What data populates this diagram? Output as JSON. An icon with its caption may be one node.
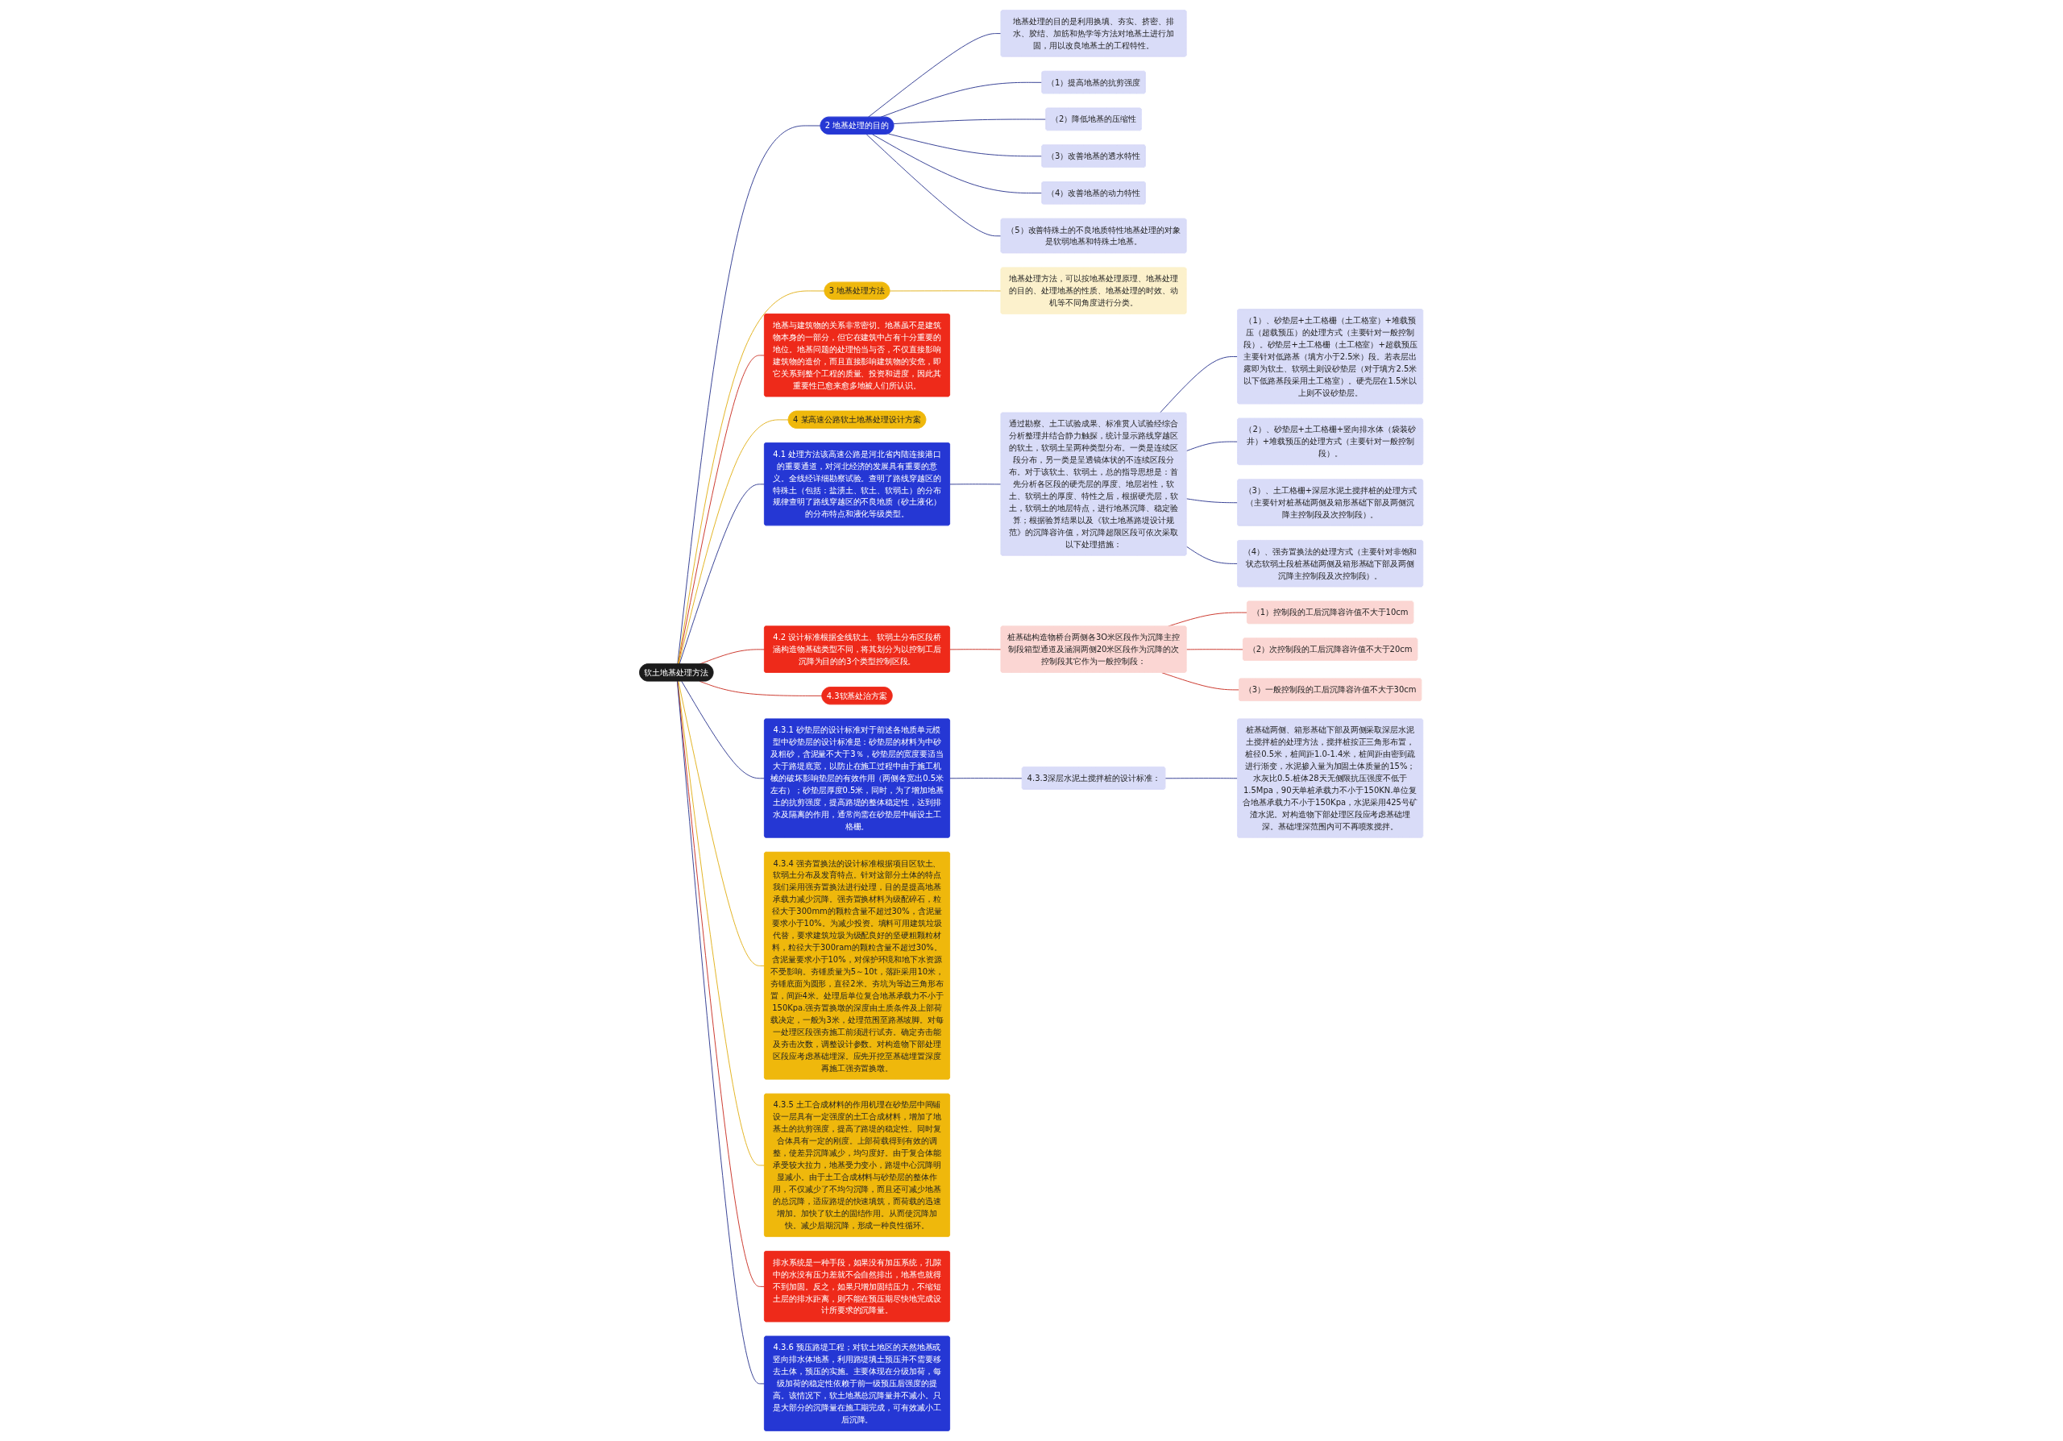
{
  "diagram": {
    "nodes": [
      {
        "text": [
          "软土地基处理方法"
        ]
      },
      {
        "text": [
          "2 地基处理的目的"
        ]
      },
      {
        "text": [
          "地基处理的目的是利用换填、夯实、挤密、排水、胶结、加筋和热学等方法对地基土进行加固，用以改良地基土的工程特性。"
        ]
      },
      {
        "text": [
          "（1）提高地基的抗剪强度"
        ]
      },
      {
        "text": [
          "（2）降低地基的压缩性"
        ]
      },
      {
        "text": [
          "（3）改善地基的透水特性"
        ]
      },
      {
        "text": [
          "（4）改善地基的动力特性"
        ]
      },
      {
        "text": [
          "（5）改善特殊土的不良地质特性地基处理的对象是软弱地基和特殊土地基。"
        ]
      },
      {
        "text": [
          "地基与建筑物的关系非常密切。地基虽不是建筑物本身的一部分，但它在建筑中占有十分重要的地位。地基问题的处理恰当与否，不仅直接影响建筑物的造价，而且直接影响建筑物的安危，即它关系到整个工程的质量、投资和进度，因此其重要性已愈来愈多地被人们所认识。"
        ]
      },
      {
        "text": [
          "3 地基处理方法"
        ]
      },
      {
        "text": [
          "地基处理方法，可以按地基处理原理、地基处理的目的、处理地基的性质、地基处理的时效、动机等不同角度进行分类。"
        ]
      },
      {
        "text": [
          "4 某高速公路软土地基处理设计方案"
        ]
      },
      {
        "text": [
          "4.1 处理方法该高速公路是河北省内陆连接港口的重要通道，对河北经济的发展具有重要的意义。全线经详细勘察试验。查明了路线穿越区的特殊土（包括：盐渍土、软土、软弱土）的分布规律查明了路线穿越区的不良地质（砂土液化）的分布特点和液化等级类型。"
        ]
      },
      {
        "text": [
          "通过勘察、土工试验成果、标准贯人试验经综合分析整理井结合静力触探，统计显示路线穿越区的软土，软弱土呈两种类型分布。一类是连续区段分布，另一类是呈透镜体状的不连续区段分布。对于该软土、软弱土，总的指导思想是：首先分析各区段的硬壳层的厚度、地层岩性，软土、软弱土的厚度、特性之后，根据硬壳层，软土，软弱土的地层特点，进行地基沉降、稳定验算；根据验算结果以及《软土地基路堤设计规范》的沉降容许值，对沉降超限区段可依次采取以下处理措施："
        ]
      },
      {
        "text": [
          "（1）、砂垫层+土工格栅（土工格室）+堆载预压（超载预压）的处理方式（主要针对一般控制段）。砂垫层+土工格栅（土工格室）+超载预压主要针对低路基（填方小于2.5米）段。若表层出露即为软土、软弱土则设砂垫层（对于填方2.5米以下低路基段采用土工格室）。硬壳层在1.5米以上则不设砂垫层。"
        ]
      },
      {
        "text": [
          "（2）、砂垫层+土工格栅+竖向排水体（袋装砂井）+堆载预压的处理方式（主要针对一般控制段）。"
        ]
      },
      {
        "text": [
          "（3）、土工格栅+深层水泥土搅拌桩的处理方式（主要针对桩基础两侧及箱形基础下部及两侧沉降主控制段及次控制段）。"
        ]
      },
      {
        "text": [
          "（4）、强夯置换法的处理方式（主要针对非饱和状态软弱土段桩基础两侧及箱形基础下部及两侧沉降主控制段及次控制段）。"
        ]
      },
      {
        "text": [
          "4.2 设计标准根据全线软土、软弱土分布区段桥涵构造物基础类型不同，将其划分为以控制工后沉降为目的的3个类型控制区段。"
        ]
      },
      {
        "text": [
          "桩基础构造物桥台两侧各3O米区段作为沉降主控制段箱型通道及涵洞两侧20米区段作为沉降的次控制段其它作为一般控制段："
        ]
      },
      {
        "text": [
          "（1）控制段的工后沉降容许值不大于10cm"
        ]
      },
      {
        "text": [
          "（2）次控制段的工后沉降容许值不大于20cm"
        ]
      },
      {
        "text": [
          "（3）一般控制段的工后沉降容许值不大于30cm"
        ]
      },
      {
        "text": [
          "4.3软基处治方案"
        ]
      },
      {
        "text": [
          "4.3.1 砂垫层的设计标准对于前述各地质单元模型中砂垫层的设计标准是：砂垫层的材料为中砂及粗砂，含泥量不大于3％，砂垫层的宽度要适当大于路堤底宽，以防止在施工过程中由于施工机械的破坏影响垫层的有效作用（两侧各宽出0.5米左右）；砂垫层厚度0.5米，同时，为了增加地基土的抗剪强度，提高路堤的整体稳定性，达到排水及隔离的作用，通常尚需在砂垫层中铺设土工格栅。"
        ]
      },
      {
        "text": [
          "4.3.3深层水泥土搅拌桩的设计标准："
        ]
      },
      {
        "text": [
          "桩基础两侧、箱形基础下部及两侧采取深层水泥土搅拌桩的处理方法，搅拌桩按正三角形布置，桩径0.5米，桩间距1.0-1.4米，桩间距由密到疏进行渐变，水泥掺入量为加固土体质量的15%；水灰比0.5.桩体28天无侧限抗压强度不低于1.5Mpa，90天单桩承载力不小于150KN.单位复合地基承载力不小于150Kpa，水泥采用425号矿渣水泥。对构造物下部处理区段应考虑基础埋深。基础埋深范围内可不再喷浆搅拌。"
        ]
      },
      {
        "text": [
          "4.3.4 强夯置换法的设计标准根据项目区软土、软弱土分布及发育特点。针对这部分土体的特点我们采用强夯置换法进行处理，目的是提高地基承载力减少沉降。强夯置换材料为级配碎石，粒径大于300mm的颗粒含量不超过30%，含泥量要求小于10%。为减少投资。填料可用建筑垃圾代替，要求建筑垃圾为级配良好的坚硬粗颗粒材料，粒径大于300ram的颗粒含量不超过30%。含泥量要求小于10%，对保护环境和地下水资源不受影响。夯锤质量为5～10t，落距采用10米，夯锤底面为圆形，直径2米。夯坑为等边三角形布置，间距4米。处理后单位复合地基承载力不小于150Kpa.强夯置换墩的深度由土质条件及上部荷载决定，一般为3米，处理范围至路基坡脚。对每一处理区段强夯施工前须进行试夯。确定夯击能及夯击次数，调整设计参数。对构造物下部处理区段应考虑基础埋深。应先开挖至基础埋置深度再施工强夯置换墩。"
        ]
      },
      {
        "text": [
          "4.3.5 土工合成材料的作用机理在砂垫层中间铺设一层具有一定强度的土工合成材料，增加了地基土的抗剪强度，提高了路堤的稳定性。同时复合体具有一定的刚度。上部荷载得到有效的调整，使差异沉降减少，均匀度好。由于复合体能承受较大拉力，地基受力变小，路堤中心沉降明显减小。由于土工合成材料与砂垫层的整体作用，不仅减少了不均匀沉降，而且还可减少地基的总沉降，适应路堤的快速填筑，而荷载的迅速增加。加快了软土的固结作用。从而使沉降加快。减少后期沉降，形成一种良性循环。"
        ]
      },
      {
        "text": [
          "排水系统是一种手段，如果没有加压系统，孔隙中的水没有压力差就不会自然排出，地基也就得不到加固。反之，如果只增加固结压力，不缩短土层的排水距离，则不能在预压期尽快地完成设计所要求的沉降量。"
        ]
      },
      {
        "text": [
          "4.3.6 预压路堤工程；对软土地区的天然地基或竖向排水体地基，利用路堤填土预压并不需要移去土体，预压的实施。主要体现在分级加荷，每级加荷的稳定性依赖于前一级预压后强度的提高。该情况下，软土地基总沉降量并不减小。只是大部分的沉降量在施工期完成，可有效减小工后沉降。"
        ]
      }
    ],
    "edges": [
      {
        "from": 0,
        "to": 1,
        "arrow": "none"
      },
      {
        "from": 1,
        "to": 2,
        "arrow": "none"
      },
      {
        "from": 1,
        "to": 3,
        "arrow": "none"
      },
      {
        "from": 1,
        "to": 4,
        "arrow": "none"
      },
      {
        "from": 1,
        "to": 5,
        "arrow": "none"
      },
      {
        "from": 1,
        "to": 6,
        "arrow": "none"
      },
      {
        "from": 1,
        "to": 7,
        "arrow": "none"
      },
      {
        "from": 0,
        "to": 8,
        "arrow": "none",
        "color": "#c8281c"
      },
      {
        "from": 0,
        "to": 9,
        "arrow": "none",
        "color": "#e0ad10"
      },
      {
        "from": 9,
        "to": 10,
        "arrow": "none",
        "color": "#e0ad10"
      },
      {
        "from": 0,
        "to": 11,
        "arrow": "none",
        "color": "#e0ad10"
      },
      {
        "from": 0,
        "to": 12,
        "arrow": "none"
      },
      {
        "from": 12,
        "to": 13,
        "arrow": "none"
      },
      {
        "from": 13,
        "to": 14,
        "arrow": "none"
      },
      {
        "from": 13,
        "to": 15,
        "arrow": "none"
      },
      {
        "from": 13,
        "to": 16,
        "arrow": "none"
      },
      {
        "from": 13,
        "to": 17,
        "arrow": "none"
      },
      {
        "from": 0,
        "to": 18,
        "arrow": "none",
        "color": "#c8281c"
      },
      {
        "from": 18,
        "to": 19,
        "arrow": "none",
        "color": "#c8281c"
      },
      {
        "from": 19,
        "to": 20,
        "arrow": "none",
        "color": "#c8281c"
      },
      {
        "from": 19,
        "to": 21,
        "arrow": "none",
        "color": "#c8281c"
      },
      {
        "from": 19,
        "to": 22,
        "arrow": "none",
        "color": "#c8281c"
      },
      {
        "from": 0,
        "to": 23,
        "arrow": "none",
        "color": "#c8281c"
      },
      {
        "from": 0,
        "to": 24,
        "arrow": "none"
      },
      {
        "from": 24,
        "to": 25,
        "arrow": "none"
      },
      {
        "from": 25,
        "to": 26,
        "arrow": "none"
      },
      {
        "from": 0,
        "to": 27,
        "arrow": "none",
        "color": "#e0ad10"
      },
      {
        "from": 0,
        "to": 28,
        "arrow": "none",
        "color": "#e0ad10"
      },
      {
        "from": 0,
        "to": 29,
        "arrow": "none",
        "color": "#c8281c"
      },
      {
        "from": 0,
        "to": 30,
        "arrow": "none"
      }
    ]
  }
}
